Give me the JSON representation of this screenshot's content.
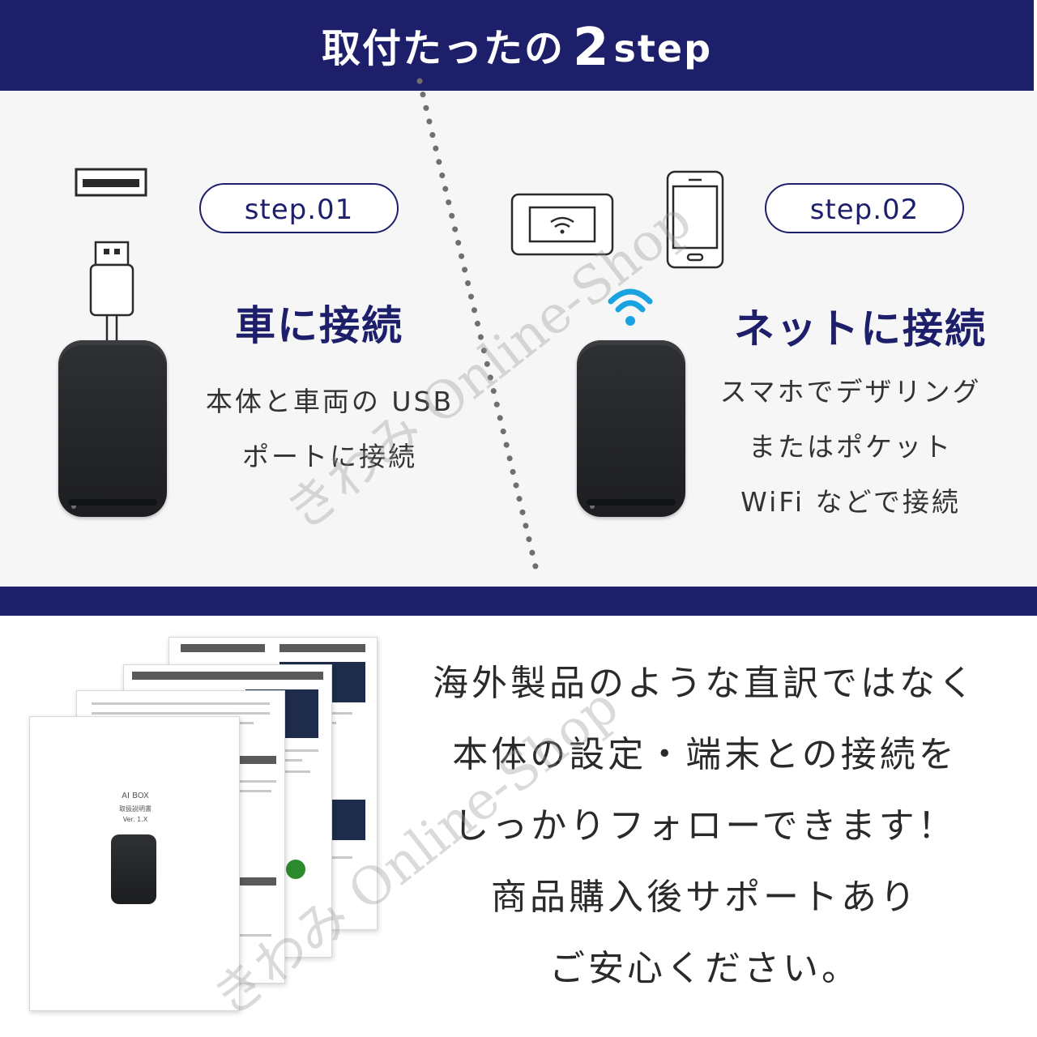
{
  "header": {
    "title_prefix": "取付たったの",
    "number": "2",
    "suffix": "step"
  },
  "step1": {
    "pill": "step.01",
    "heading": "車に接続",
    "desc": [
      "本体と車両の USB",
      "ポートに接続"
    ]
  },
  "step2": {
    "pill": "step.02",
    "heading": "ネットに接続",
    "desc": [
      "スマホでデザリング",
      "またはポケット",
      "WiFi などで接続"
    ]
  },
  "manual": {
    "cover_title": "AI BOX",
    "cover_sub": "取扱説明書",
    "cover_ver": "Ver. 1.X"
  },
  "support": {
    "lines": [
      "海外製品のような直訳ではなく",
      "本体の設定・端末との接続を",
      "しっかりフォローできます！",
      "商品購入後サポートあり",
      "ご安心ください。"
    ]
  },
  "watermark": "きわみ Online-Shop",
  "colors": {
    "navy": "#1d1f6b",
    "wifi_blue": "#1aa3e0",
    "device": "#1f2023"
  }
}
